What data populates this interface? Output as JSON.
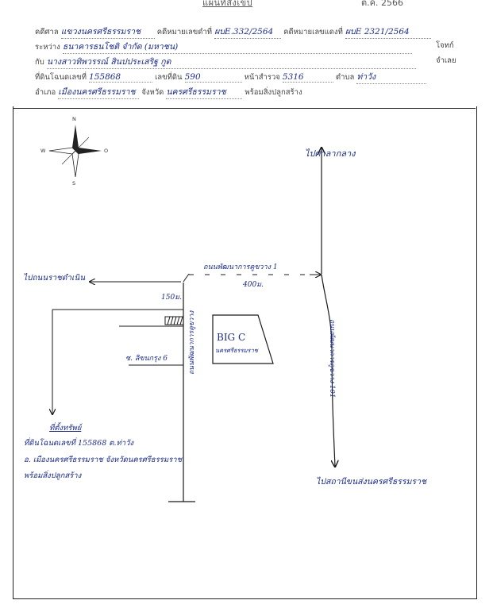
{
  "header": {
    "title": "แผนที่สังเขป",
    "date_part": "ต.ค. 2566"
  },
  "form": {
    "court_label": "คดีศาล",
    "court_value": "แขวงนครศรีธรรมราช",
    "black_case_label": "คดีหมายเลขดำที่",
    "black_case_value": "ผบE.332/2564",
    "red_case_label": "คดีหมายเลขแดงที่",
    "red_case_value": "ผบE 2321/2564",
    "between_label": "ระหว่าง",
    "plaintiff_value": "ธนาคารธนโชติ จำกัด (มหาชน)",
    "plaintiff_role": "โจทก์",
    "with_label": "กับ",
    "defendant_value": "นางสาวทิพวรรณ์ สินปประเสริฐ กูด",
    "defendant_role": "จำเลย",
    "deed_label": "ที่ดินโฉนดเลขที่",
    "deed_value": "155868",
    "land_no_label": "เลขที่ดิน",
    "land_no_value": "590",
    "survey_label": "หน้าสำรวจ",
    "survey_value": "5316",
    "subdistrict_label": "ตำบล",
    "subdistrict_value": "ท่าวัง",
    "district_label": "อำเภอ",
    "district_value": "เมืองนครศรีธรรมราช",
    "province_label": "จังหวัด",
    "province_value": "นครศรีธรรมราช",
    "with_buildings": "พร้อมสิ่งปลูกสร้าง"
  },
  "map": {
    "compass": {
      "n": "N",
      "s": "S",
      "e": "O",
      "w": "W"
    },
    "to_court": "ไปศาลากลาง",
    "to_left": "ไปถนนราชดำเนิน",
    "road_top": "ถนนพัฒนาการคูขวาง 1",
    "distance_top": "400ม.",
    "distance_side": "150ม.",
    "big_c_line1": "BIG C",
    "big_c_line2": "นครศรีธรรมราช",
    "soi": "ซ. ลิขนกรุง 6",
    "road_vertical": "ถนนพัฒนาการคูขวาง",
    "road_right": "ถนนพัฒนาการคูขวาง 101",
    "to_bottom": "ไปสถานีขนส่งนครศรีธรรมราช",
    "legend_title": "ที่ตั้งทรัพย์",
    "legend_line1": "ที่ดินโฉนดเลขที่ 155868 ต.ท่าวัง",
    "legend_line2": "อ. เมืองนครศรีธรรมราช จังหวัดนครศรีธรรมราช",
    "legend_line3": "พร้อมสิ่งปลูกสร้าง"
  }
}
